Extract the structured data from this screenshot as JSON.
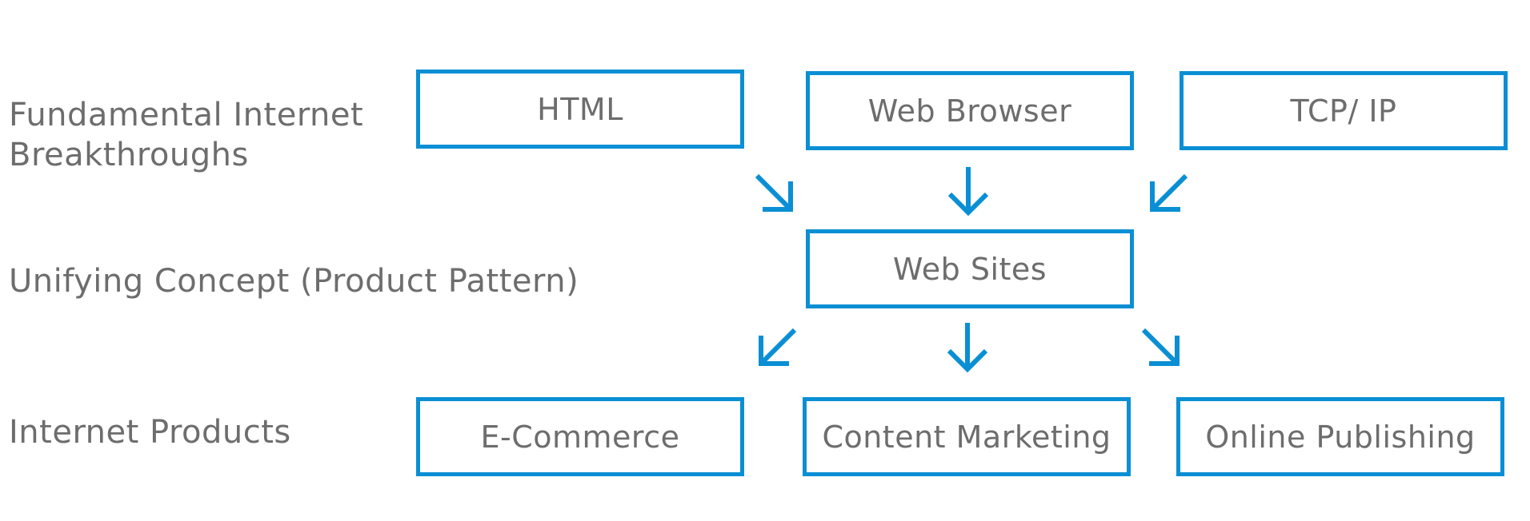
{
  "rows": {
    "breakthroughs": {
      "label_line1": "Fundamental Internet",
      "label_line2": "Breakthroughs",
      "boxes": [
        "HTML",
        "Web Browser",
        "TCP/ IP"
      ]
    },
    "concept": {
      "label": "Unifying Concept (Product Pattern)",
      "box": "Web Sites"
    },
    "products": {
      "label": "Internet Products",
      "boxes": [
        "E-Commerce",
        "Content Marketing",
        "Online Publishing"
      ]
    }
  },
  "colors": {
    "accent": "#0a8fd4",
    "text": "#6d6d6d"
  },
  "icons": {
    "arrow": "arrow-icon"
  }
}
